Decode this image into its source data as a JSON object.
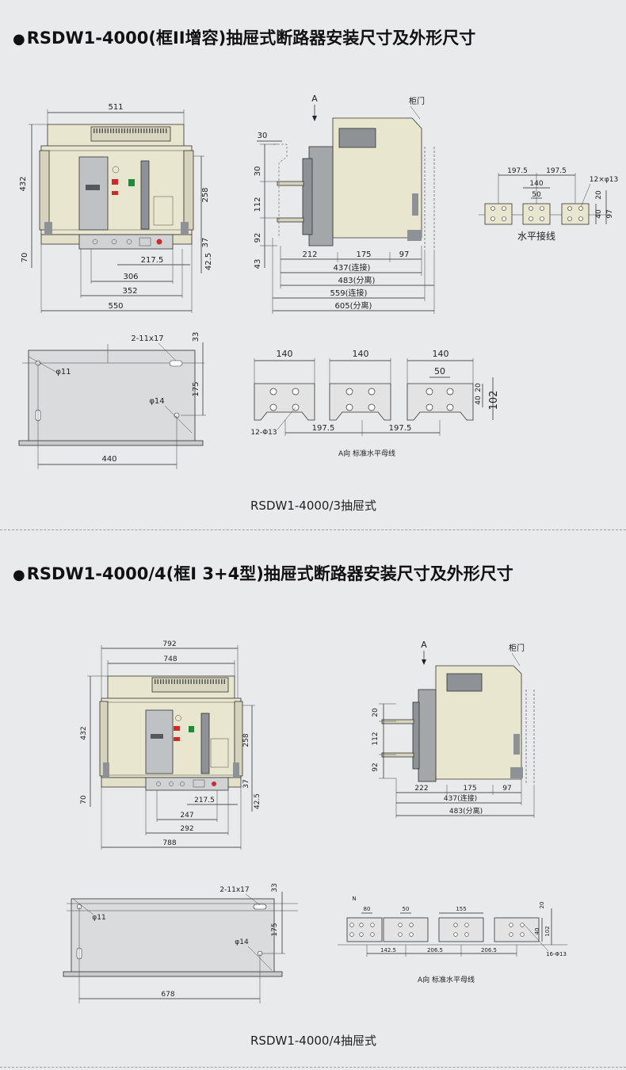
{
  "section1": {
    "bullet": "●",
    "title": "RSDW1-4000(框II增容)抽屉式断路器安装尺寸及外形尺寸",
    "caption": "RSDW1-4000/3抽屉式",
    "front_view": {
      "dims": [
        "511",
        "432",
        "258",
        "37",
        "70",
        "42.5",
        "217.5",
        "306",
        "352",
        "550"
      ]
    },
    "side_view": {
      "arrow_label": "A",
      "door_label": "柜门",
      "dims": [
        "30",
        "30",
        "112",
        "92",
        "43",
        "212",
        "175",
        "97",
        "437(连接)",
        "483(分离)",
        "559(连接)",
        "605(分离)"
      ]
    },
    "horizontal_connection": {
      "label": "水平接线",
      "dims": [
        "197.5",
        "197.5",
        "140",
        "50",
        "12×φ13",
        "20",
        "40",
        "97"
      ]
    },
    "base_view": {
      "dims": [
        "2-11x17",
        "33",
        "φ11",
        "175",
        "φ14",
        "440"
      ]
    },
    "busbar_view": {
      "label": "A向 标准水平母线",
      "dims": [
        "140",
        "140",
        "140",
        "50",
        "20",
        "40",
        "102",
        "12-Φ13",
        "197.5",
        "197.5"
      ]
    }
  },
  "section2": {
    "bullet": "●",
    "title": "RSDW1-4000/4(框I 3+4型)抽屉式断路器安装尺寸及外形尺寸",
    "caption": "RSDW1-4000/4抽屉式",
    "front_view": {
      "dims": [
        "792",
        "748",
        "432",
        "258",
        "37",
        "70",
        "42.5",
        "217.5",
        "247",
        "292",
        "788"
      ]
    },
    "side_view": {
      "arrow_label": "A",
      "door_label": "柜门",
      "dims": [
        "20",
        "112",
        "92",
        "222",
        "175",
        "97",
        "437(连接)",
        "483(分离)"
      ]
    },
    "base_view": {
      "dims": [
        "2-11x17",
        "33",
        "φ11",
        "175",
        "φ14",
        "678"
      ]
    },
    "busbar_view": {
      "label": "A向 标准水平母线",
      "dims": [
        "N",
        "80",
        "50",
        "155",
        "20",
        "40",
        "102",
        "142.5",
        "206.5",
        "206.5",
        "16-Φ13"
      ]
    }
  },
  "colors": {
    "background": "#e8eaeb",
    "breaker_body": "#e9e6cf",
    "grey_part": "#8e9296",
    "dark_part": "#55595d",
    "red_button": "#cc2b2b",
    "green_button": "#1f8a3b"
  }
}
